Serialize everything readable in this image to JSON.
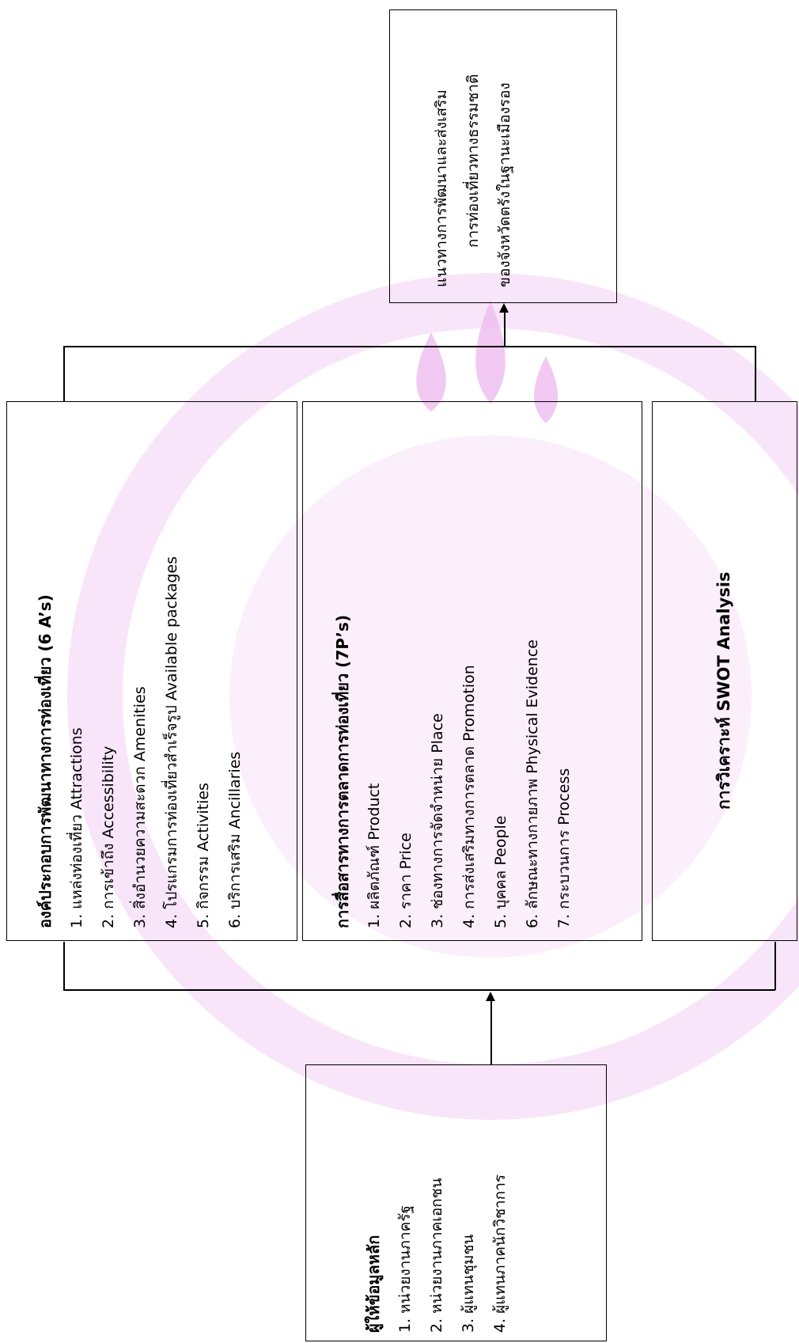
{
  "informants": {
    "title": "ผู้ให้ข้อมูลหลัก",
    "items": [
      "1. หน่วยงานภาครัฐ",
      "2. หน่วยงานภาคเอกชน",
      "3. ผู้แทนชุมชน",
      "4. ผู้แทนภาคนักวิชาการ"
    ]
  },
  "six_as": {
    "title": "องค์ประกอบการพัฒนาทางการท่องเที่ยว (6 A’s)",
    "items": [
      "1. แหล่งท่องเที่ยว Attractions",
      "2. การเข้าถึง Accessibility",
      "3. สิ่งอำนวยความสะดวก Amenities",
      "4. โปรแกรมการท่องเที่ยวสำเร็จรูป Available packages",
      "5. กิจกรรม Activities",
      "6. บริการเสริม Ancillaries"
    ]
  },
  "seven_ps": {
    "title": "การสื่อสารทางการตลาดการท่องเที่ยว (7P’s)",
    "items": [
      "1. ผลิตภัณฑ์ Product",
      "2. ราคา Price",
      "3. ช่องทางการจัดจำหน่าย Place",
      "4. การส่งเสริมทางการตลาด Promotion",
      "5. บุคคล People",
      "6. ลักษณะทางกายภาพ  Physical Evidence",
      "7. กระบวนการ Process"
    ]
  },
  "swot": {
    "title": "การวิเคราะห์  SWOT Analysis"
  },
  "output": {
    "lines": [
      "แนวทางการพัฒนาและส่งเสริม",
      "การท่องเที่ยวทางธรรมชาติ",
      "ของจังหวัดตรังในฐานะเมืองรอง"
    ]
  }
}
